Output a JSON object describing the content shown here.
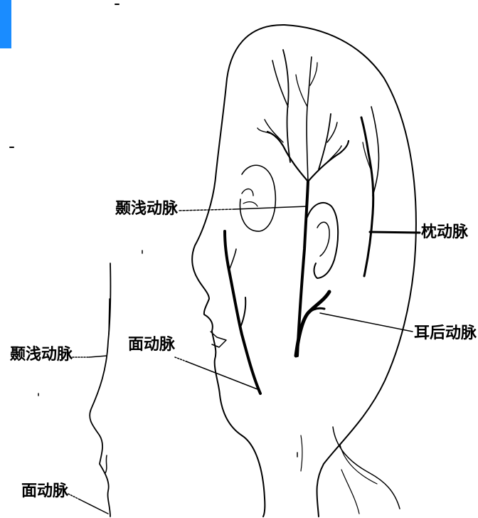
{
  "colors": {
    "accent": "#1a8cff",
    "ink": "#000000"
  },
  "labels": {
    "superficial_temporal_main": "颞浅动脉",
    "occipital": "枕动脉",
    "posterior_auricular": "耳后动脉",
    "facial_main": "面动脉",
    "superficial_temporal_left": "颞浅动脉",
    "facial_left": "面动脉"
  }
}
